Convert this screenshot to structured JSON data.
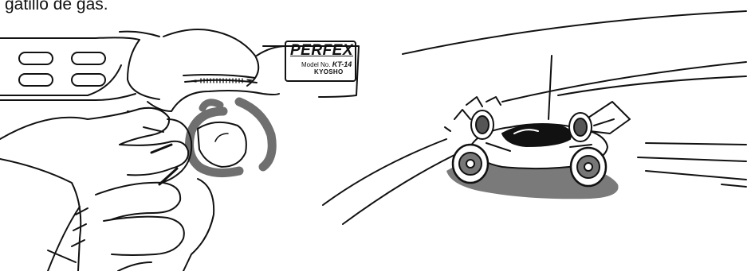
{
  "caption": "gatillo de gas.",
  "transmitter": {
    "brand": "PERFEX",
    "model_label": "Model No.",
    "model": "KT-14",
    "maker": "KYOSHO"
  },
  "colors": {
    "ink": "#111111",
    "shadow": "#7a7a7a",
    "trigger": "#6f6f6f",
    "paper": "#ffffff"
  }
}
